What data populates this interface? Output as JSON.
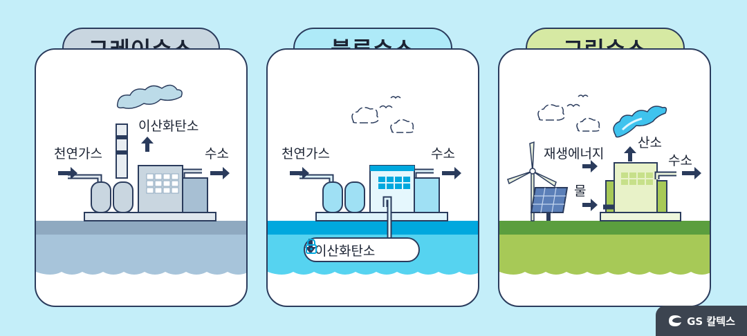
{
  "panels": [
    {
      "title": "그레이수소",
      "input_label": "천연가스",
      "output_label": "수소",
      "emission_label": "이산화탄소",
      "pill_color": "#c9d6e0",
      "ground_color": "#a7c4da",
      "stripe_color": "#8fa9c0"
    },
    {
      "title": "블루수소",
      "input_label": "천연가스",
      "output_label": "수소",
      "capture_label": "이산화탄소",
      "pill_color": "#aeeaf8",
      "ground_color": "#56d3f0",
      "stripe_color": "#00a8de"
    },
    {
      "title": "그린수소",
      "input_label_1": "재생에너지",
      "input_label_2": "물",
      "output_label": "수소",
      "emission_label": "산소",
      "pill_color": "#d6e9a3",
      "ground_color": "#a7c957",
      "stripe_color": "#5b9e3e"
    }
  ],
  "brand": {
    "logo_icon": "gs-swirl-icon",
    "name": "GS 칼텍스"
  }
}
